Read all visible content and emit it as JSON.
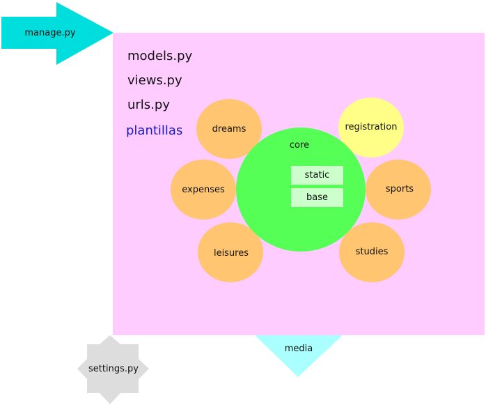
{
  "project": {
    "manage_label": "manage.py",
    "files": [
      "models.py",
      "views.py",
      "urls.py"
    ],
    "templates_label": "plantillas",
    "settings_label": "settings.py",
    "media_label": "media"
  },
  "core": {
    "label": "core",
    "items": [
      "static",
      "base"
    ]
  },
  "apps": {
    "dreams": "dreams",
    "registration": "registration",
    "expenses": "expenses",
    "sports": "sports",
    "leisures": "leisures",
    "studies": "studies"
  },
  "colors": {
    "project_bg": "#ffccff",
    "arrow": "#00dddd",
    "media": "#aaffff",
    "settings": "#dddddd",
    "app": "#ffc570",
    "registration": "#ffff88",
    "core": "#55ff55",
    "core_item": "#ccffcc",
    "templates_text": "#1a1acc"
  }
}
